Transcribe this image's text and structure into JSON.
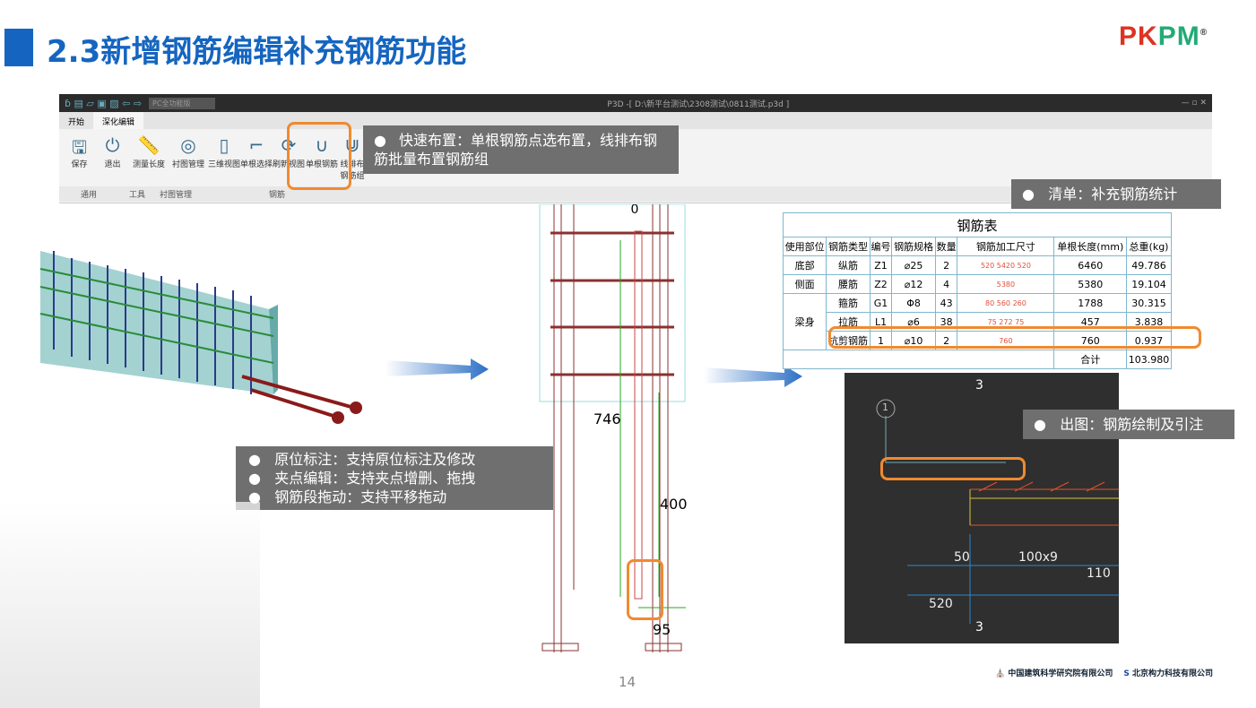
{
  "slide": {
    "title": "2.3新增钢筋编辑补充钢筋功能",
    "logo": "PKPM",
    "page_number": "14"
  },
  "app": {
    "window_title": "P3D -[ D:\\新平台测试\\2308测试\\0811测试.p3d ]",
    "mode": "PC全功能版",
    "tabs": [
      "开始",
      "深化编辑"
    ],
    "buttons": [
      {
        "label": "保存",
        "icon": "save-icon"
      },
      {
        "label": "退出",
        "icon": "power-icon"
      },
      {
        "label": "测量长度",
        "icon": "ruler-icon"
      },
      {
        "label": "衬图管理",
        "icon": "layers-icon"
      },
      {
        "label": "三维视图",
        "icon": "cube-icon"
      },
      {
        "label": "单根选择",
        "icon": "select-icon"
      },
      {
        "label": "刷新视图",
        "icon": "refresh-icon"
      },
      {
        "label": "单根钢筋",
        "icon": "u-rebar-icon"
      },
      {
        "label": "线排布钢筋组",
        "icon": "rebar-group-icon"
      }
    ],
    "groups": [
      "通用",
      "工具",
      "衬图管理",
      "钢筋"
    ]
  },
  "callouts": {
    "quick": "快速布置：单根钢筋点选布置，线排布钢筋批量布置钢筋组",
    "list": "清单：补充钢筋统计",
    "edit": [
      "原位标注：支持原位标注及修改",
      "夹点编辑：支持夹点增删、拖拽",
      "钢筋段拖动：支持平移拖动"
    ],
    "draw": "出图：钢筋绘制及引注"
  },
  "table": {
    "title": "钢筋表",
    "headers": [
      "使用部位",
      "钢筋类型",
      "编号",
      "钢筋规格",
      "数量",
      "钢筋加工尺寸",
      "单根长度(mm)",
      "总重(kg)"
    ],
    "rows": [
      [
        "底部",
        "纵筋",
        "Z1",
        "⌀25",
        "2",
        "520 5420 520",
        "6460",
        "49.786"
      ],
      [
        "侧面",
        "腰筋",
        "Z2",
        "⌀12",
        "4",
        "5380",
        "5380",
        "19.104"
      ],
      [
        "梁身",
        "箍筋",
        "G1",
        "Φ8",
        "43",
        "80 560 260",
        "1788",
        "30.315"
      ],
      [
        "",
        "拉筋",
        "L1",
        "⌀6",
        "38",
        "75 272 75",
        "457",
        "3.838"
      ],
      [
        "",
        "抗剪钢筋",
        "1",
        "⌀10",
        "2",
        "760",
        "760",
        "0.937"
      ]
    ],
    "total_label": "合计",
    "total": "103.980"
  },
  "drawing": {
    "dims": [
      "0",
      "746",
      "400",
      "95"
    ]
  },
  "cad": {
    "labels": [
      "3",
      "1",
      "50",
      "100x9",
      "110",
      "520",
      "3"
    ]
  },
  "footer": {
    "org1": "中国建筑科学研究院有限公司",
    "org2": "北京构力科技有限公司"
  }
}
